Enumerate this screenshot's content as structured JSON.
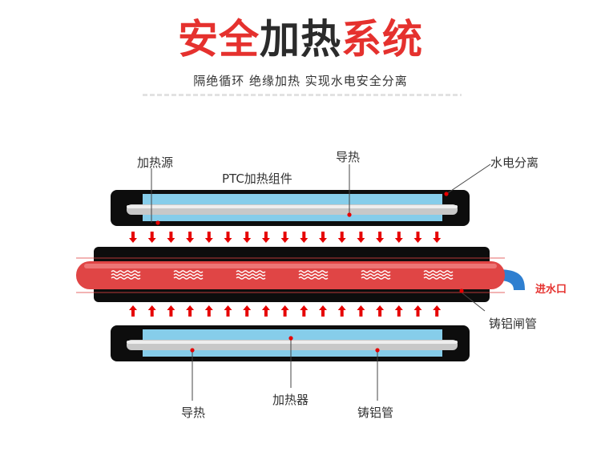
{
  "title": {
    "red_part_1": "安全",
    "dark_part": "加热",
    "red_part_2": "系统"
  },
  "subtitle": "隔绝循环  绝缘加热  实现水电安全分离",
  "labels": {
    "heat_source": "加热源",
    "heat_conduction_top": "导热",
    "water_electric_separation": "水电分离",
    "ptc_assembly": "PTC加热组件",
    "water_inlet": "进水口",
    "cast_aluminum_gate_tube": "铸铝闸管",
    "heat_conduction_bottom": "导热",
    "heater": "加热器",
    "cast_aluminum_tube": "铸铝管"
  },
  "colors": {
    "title_red": "#e5312e",
    "arrow_red": "#e60000",
    "heater_red": "#e04545",
    "casing_black": "#0d0d0d",
    "ptc_blue": "#86cdea",
    "rod_grey": "#c8c8c8",
    "inlet_blue": "#2f7fd0"
  },
  "arrows": {
    "count_top": 17,
    "count_bottom": 17,
    "top_direction": "down",
    "bottom_direction": "up"
  },
  "wave_groups": 6
}
